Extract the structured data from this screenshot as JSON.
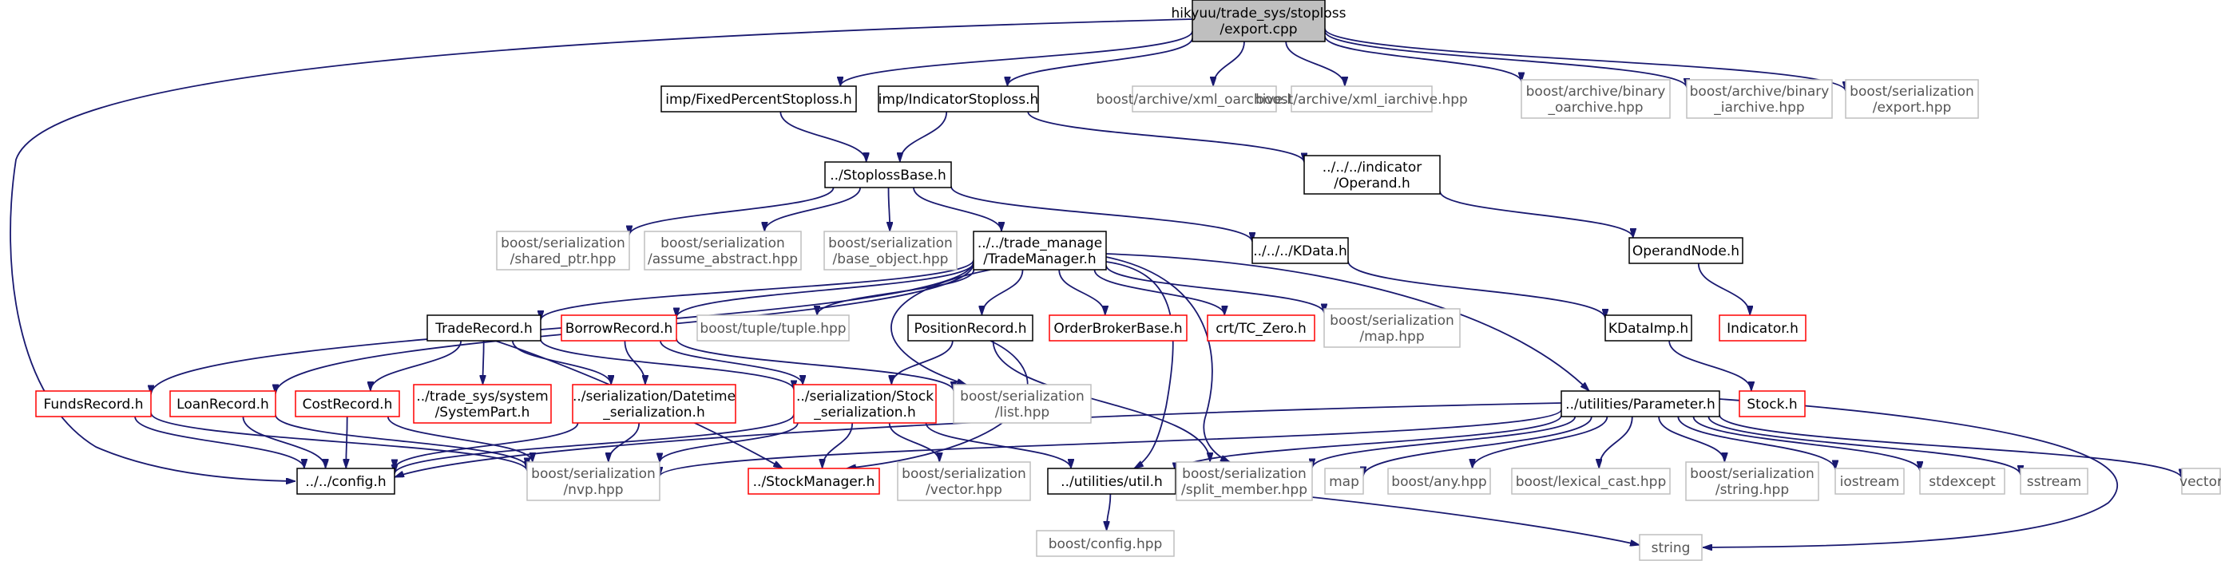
{
  "diagram": {
    "colors": {
      "root_fill": "#bfbfbf",
      "black_border": "#000000",
      "red_border": "#ff0000",
      "gray_border": "#bfbfbf",
      "edge": "#191970"
    },
    "nodes": [
      {
        "id": "root",
        "lines": [
          "hikyuu/trade_sys/stoploss",
          "/export.cpp"
        ],
        "style": "root"
      },
      {
        "id": "fixed",
        "lines": [
          "imp/FixedPercentStoploss.h"
        ],
        "style": "black"
      },
      {
        "id": "indstop",
        "lines": [
          "imp/IndicatorStoploss.h"
        ],
        "style": "black"
      },
      {
        "id": "xml_oarchive",
        "lines": [
          "boost/archive/xml_oarchive.hpp"
        ],
        "style": "gray"
      },
      {
        "id": "xml_iarchive",
        "lines": [
          "boost/archive/xml_iarchive.hpp"
        ],
        "style": "gray"
      },
      {
        "id": "bin_oarchive",
        "lines": [
          "boost/archive/binary",
          "_oarchive.hpp"
        ],
        "style": "gray"
      },
      {
        "id": "bin_iarchive",
        "lines": [
          "boost/archive/binary",
          "_iarchive.hpp"
        ],
        "style": "gray"
      },
      {
        "id": "export_hpp",
        "lines": [
          "boost/serialization",
          "/export.hpp"
        ],
        "style": "gray"
      },
      {
        "id": "stoplossbase",
        "lines": [
          "../StoplossBase.h"
        ],
        "style": "black"
      },
      {
        "id": "operand",
        "lines": [
          "../../../indicator",
          "/Operand.h"
        ],
        "style": "black"
      },
      {
        "id": "shared_ptr",
        "lines": [
          "boost/serialization",
          "/shared_ptr.hpp"
        ],
        "style": "gray"
      },
      {
        "id": "assume_abstract",
        "lines": [
          "boost/serialization",
          "/assume_abstract.hpp"
        ],
        "style": "gray"
      },
      {
        "id": "base_object",
        "lines": [
          "boost/serialization",
          "/base_object.hpp"
        ],
        "style": "gray"
      },
      {
        "id": "trademanager",
        "lines": [
          "../../trade_manage",
          "/TradeManager.h"
        ],
        "style": "black"
      },
      {
        "id": "kdata",
        "lines": [
          "../../../KData.h"
        ],
        "style": "black"
      },
      {
        "id": "operandnode",
        "lines": [
          "OperandNode.h"
        ],
        "style": "black"
      },
      {
        "id": "traderecord",
        "lines": [
          "TradeRecord.h"
        ],
        "style": "black"
      },
      {
        "id": "borrowrecord",
        "lines": [
          "BorrowRecord.h"
        ],
        "style": "red"
      },
      {
        "id": "tuple",
        "lines": [
          "boost/tuple/tuple.hpp"
        ],
        "style": "gray"
      },
      {
        "id": "positionrecord",
        "lines": [
          "PositionRecord.h"
        ],
        "style": "black"
      },
      {
        "id": "orderbroker",
        "lines": [
          "OrderBrokerBase.h"
        ],
        "style": "red"
      },
      {
        "id": "tczero",
        "lines": [
          "crt/TC_Zero.h"
        ],
        "style": "red"
      },
      {
        "id": "map_hpp",
        "lines": [
          "boost/serialization",
          "/map.hpp"
        ],
        "style": "gray"
      },
      {
        "id": "kdataimp",
        "lines": [
          "KDataImp.h"
        ],
        "style": "black"
      },
      {
        "id": "indicator",
        "lines": [
          "Indicator.h"
        ],
        "style": "red"
      },
      {
        "id": "fundsrecord",
        "lines": [
          "FundsRecord.h"
        ],
        "style": "red"
      },
      {
        "id": "loanrecord",
        "lines": [
          "LoanRecord.h"
        ],
        "style": "red"
      },
      {
        "id": "costrecord",
        "lines": [
          "CostRecord.h"
        ],
        "style": "red"
      },
      {
        "id": "systempart",
        "lines": [
          "../trade_sys/system",
          "/SystemPart.h"
        ],
        "style": "red"
      },
      {
        "id": "datetime_ser",
        "lines": [
          "../serialization/Datetime",
          "_serialization.h"
        ],
        "style": "red"
      },
      {
        "id": "stock_ser",
        "lines": [
          "../serialization/Stock",
          "_serialization.h"
        ],
        "style": "red"
      },
      {
        "id": "list_hpp",
        "lines": [
          "boost/serialization",
          "/list.hpp"
        ],
        "style": "gray"
      },
      {
        "id": "parameter",
        "lines": [
          "../utilities/Parameter.h"
        ],
        "style": "black"
      },
      {
        "id": "stock_h",
        "lines": [
          "Stock.h"
        ],
        "style": "red"
      },
      {
        "id": "config_h",
        "lines": [
          "../../config.h"
        ],
        "style": "black"
      },
      {
        "id": "nvp_hpp",
        "lines": [
          "boost/serialization",
          "/nvp.hpp"
        ],
        "style": "gray"
      },
      {
        "id": "stockmanager",
        "lines": [
          "../StockManager.h"
        ],
        "style": "red"
      },
      {
        "id": "vector_hpp",
        "lines": [
          "boost/serialization",
          "/vector.hpp"
        ],
        "style": "gray"
      },
      {
        "id": "util_h",
        "lines": [
          "../utilities/util.h"
        ],
        "style": "black"
      },
      {
        "id": "split_member",
        "lines": [
          "boost/serialization",
          "/split_member.hpp"
        ],
        "style": "gray"
      },
      {
        "id": "map",
        "lines": [
          "map"
        ],
        "style": "gray"
      },
      {
        "id": "any",
        "lines": [
          "boost/any.hpp"
        ],
        "style": "gray"
      },
      {
        "id": "lexical_cast",
        "lines": [
          "boost/lexical_cast.hpp"
        ],
        "style": "gray"
      },
      {
        "id": "string_hpp",
        "lines": [
          "boost/serialization",
          "/string.hpp"
        ],
        "style": "gray"
      },
      {
        "id": "iostream",
        "lines": [
          "iostream"
        ],
        "style": "gray"
      },
      {
        "id": "stdexcept",
        "lines": [
          "stdexcept"
        ],
        "style": "gray"
      },
      {
        "id": "sstream",
        "lines": [
          "sstream"
        ],
        "style": "gray"
      },
      {
        "id": "vector",
        "lines": [
          "vector"
        ],
        "style": "gray"
      },
      {
        "id": "boost_config",
        "lines": [
          "boost/config.hpp"
        ],
        "style": "gray"
      },
      {
        "id": "string",
        "lines": [
          "string"
        ],
        "style": "gray"
      }
    ],
    "edges": [
      [
        "root",
        "fixed"
      ],
      [
        "root",
        "indstop"
      ],
      [
        "root",
        "xml_oarchive"
      ],
      [
        "root",
        "xml_iarchive"
      ],
      [
        "root",
        "bin_oarchive"
      ],
      [
        "root",
        "bin_iarchive"
      ],
      [
        "root",
        "export_hpp"
      ],
      [
        "root",
        "config_h"
      ],
      [
        "fixed",
        "stoplossbase"
      ],
      [
        "indstop",
        "stoplossbase"
      ],
      [
        "indstop",
        "operand"
      ],
      [
        "stoplossbase",
        "shared_ptr"
      ],
      [
        "stoplossbase",
        "assume_abstract"
      ],
      [
        "stoplossbase",
        "base_object"
      ],
      [
        "stoplossbase",
        "trademanager"
      ],
      [
        "stoplossbase",
        "kdata"
      ],
      [
        "operand",
        "operandnode"
      ],
      [
        "operandnode",
        "indicator"
      ],
      [
        "kdata",
        "kdataimp"
      ],
      [
        "kdataimp",
        "stock_h"
      ],
      [
        "trademanager",
        "traderecord"
      ],
      [
        "trademanager",
        "borrowrecord"
      ],
      [
        "trademanager",
        "tuple"
      ],
      [
        "trademanager",
        "positionrecord"
      ],
      [
        "trademanager",
        "orderbroker"
      ],
      [
        "trademanager",
        "tczero"
      ],
      [
        "trademanager",
        "map_hpp"
      ],
      [
        "trademanager",
        "fundsrecord"
      ],
      [
        "trademanager",
        "loanrecord"
      ],
      [
        "trademanager",
        "parameter"
      ],
      [
        "trademanager",
        "list_hpp"
      ],
      [
        "trademanager",
        "util_h"
      ],
      [
        "trademanager",
        "split_member"
      ],
      [
        "traderecord",
        "costrecord"
      ],
      [
        "traderecord",
        "systempart"
      ],
      [
        "traderecord",
        "datetime_ser"
      ],
      [
        "traderecord",
        "stock_ser"
      ],
      [
        "traderecord",
        "stockmanager"
      ],
      [
        "borrowrecord",
        "datetime_ser"
      ],
      [
        "borrowrecord",
        "stock_ser"
      ],
      [
        "borrowrecord",
        "list_hpp"
      ],
      [
        "positionrecord",
        "stock_ser"
      ],
      [
        "positionrecord",
        "split_member"
      ],
      [
        "positionrecord",
        "stockmanager"
      ],
      [
        "fundsrecord",
        "config_h"
      ],
      [
        "fundsrecord",
        "nvp_hpp"
      ],
      [
        "loanrecord",
        "config_h"
      ],
      [
        "loanrecord",
        "nvp_hpp"
      ],
      [
        "costrecord",
        "config_h"
      ],
      [
        "costrecord",
        "nvp_hpp"
      ],
      [
        "datetime_ser",
        "config_h"
      ],
      [
        "datetime_ser",
        "nvp_hpp"
      ],
      [
        "stock_ser",
        "config_h"
      ],
      [
        "stock_ser",
        "nvp_hpp"
      ],
      [
        "stock_ser",
        "stockmanager"
      ],
      [
        "stock_ser",
        "vector_hpp"
      ],
      [
        "stock_ser",
        "util_h"
      ],
      [
        "parameter",
        "config_h"
      ],
      [
        "parameter",
        "nvp_hpp"
      ],
      [
        "parameter",
        "util_h"
      ],
      [
        "parameter",
        "split_member"
      ],
      [
        "parameter",
        "map"
      ],
      [
        "parameter",
        "any"
      ],
      [
        "parameter",
        "lexical_cast"
      ],
      [
        "parameter",
        "string_hpp"
      ],
      [
        "parameter",
        "iostream"
      ],
      [
        "parameter",
        "stdexcept"
      ],
      [
        "parameter",
        "sstream"
      ],
      [
        "parameter",
        "vector"
      ],
      [
        "parameter",
        "string"
      ],
      [
        "util_h",
        "boost_config"
      ],
      [
        "util_h",
        "string"
      ]
    ]
  }
}
